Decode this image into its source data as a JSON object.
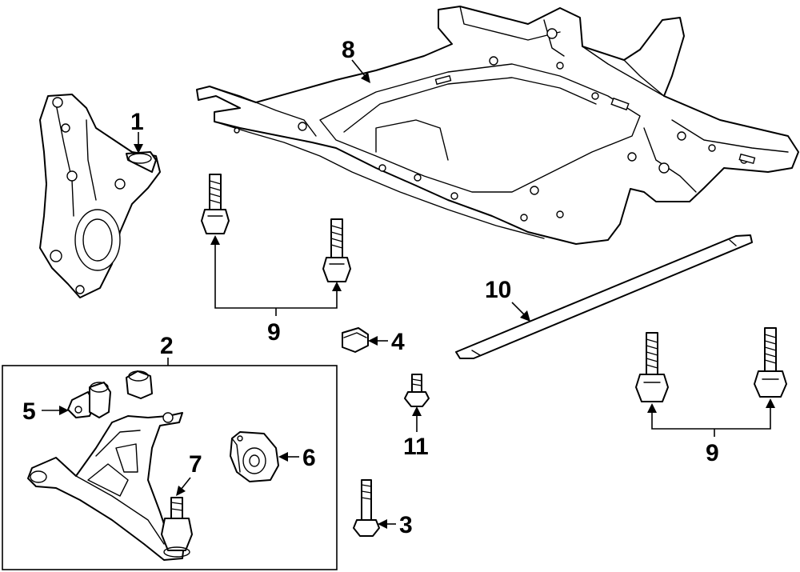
{
  "callouts": {
    "c1": "1",
    "c2": "2",
    "c3": "3",
    "c4": "4",
    "c5": "5",
    "c6": "6",
    "c7": "7",
    "c8": "8",
    "c9a": "9",
    "c9b": "9",
    "c10": "10",
    "c11": "11"
  },
  "colors": {
    "line": "#000000",
    "background": "#ffffff"
  }
}
